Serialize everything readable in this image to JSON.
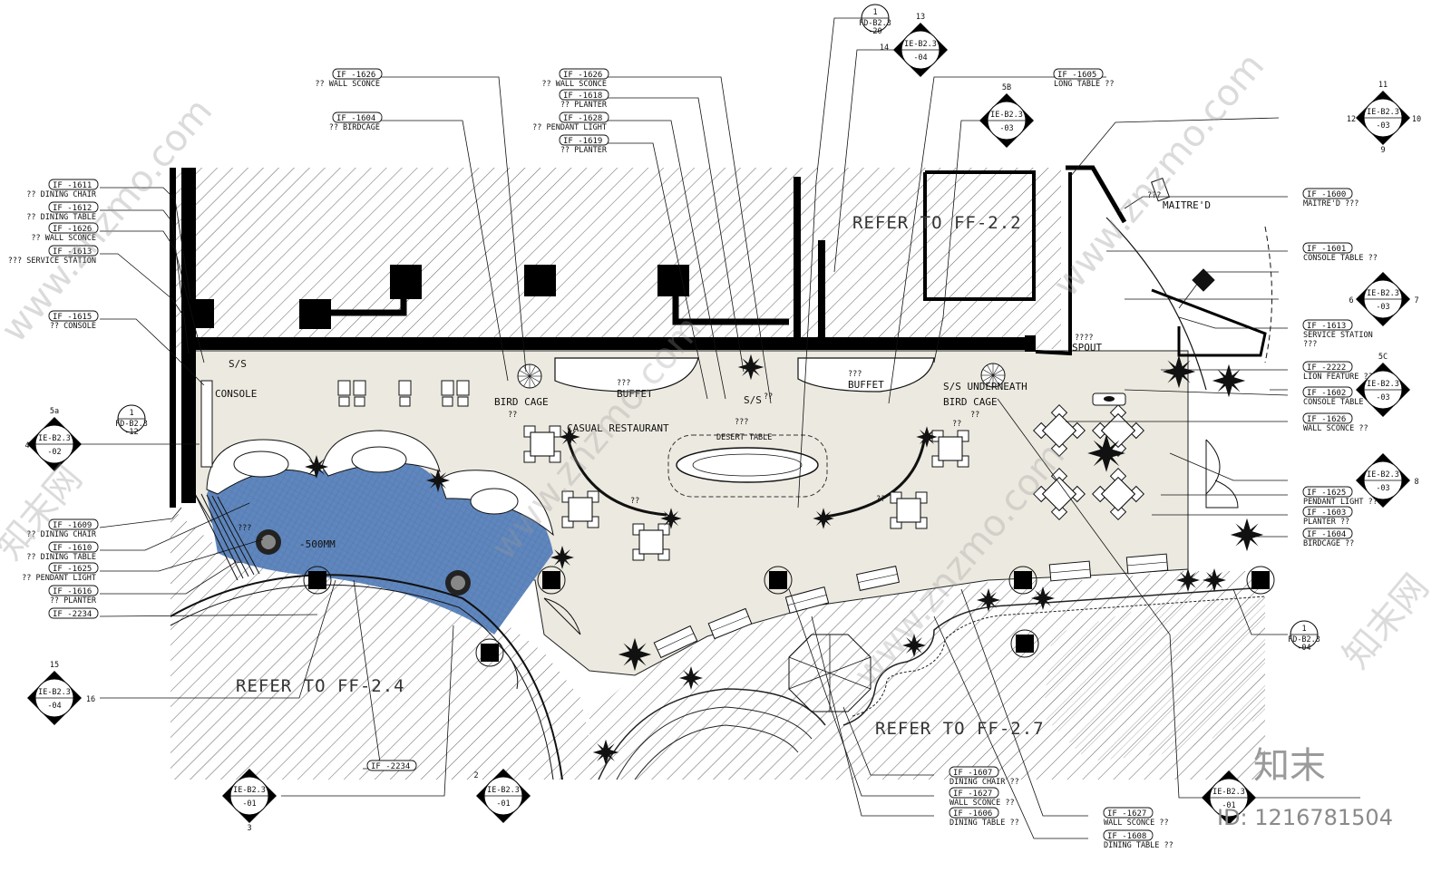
{
  "tags": [
    {
      "code": "IF -1611",
      "desc": "?? DINING CHAIR"
    },
    {
      "code": "IF -1612",
      "desc": "?? DINING TABLE"
    },
    {
      "code": "IF -1626",
      "desc": "?? WALL SCONCE"
    },
    {
      "code": "IF -1613",
      "desc": "??? SERVICE STATION"
    },
    {
      "code": "IF -1615",
      "desc": "?? CONSOLE"
    },
    {
      "code": "IF -1609",
      "desc": "?? DINING CHAIR"
    },
    {
      "code": "IF -1610",
      "desc": "?? DINING TABLE"
    },
    {
      "code": "IF -1625",
      "desc": "?? PENDANT LIGHT"
    },
    {
      "code": "IF -1616",
      "desc": "?? PLANTER"
    },
    {
      "code": "IF -2234",
      "desc": ""
    },
    {
      "code": "IF -1626",
      "desc": "?? WALL SCONCE"
    },
    {
      "code": "IF -1604",
      "desc": "?? BIRDCAGE"
    },
    {
      "code": "IF -1626",
      "desc": "?? WALL SCONCE"
    },
    {
      "code": "IF -1618",
      "desc": "?? PLANTER"
    },
    {
      "code": "IF -1628",
      "desc": "?? PENDANT LIGHT"
    },
    {
      "code": "IF -1619",
      "desc": "?? PLANTER"
    },
    {
      "code": "IF -1605",
      "desc": "LONG TABLE ??"
    },
    {
      "code": "IF -1600",
      "desc": "MAITRE'D ???"
    },
    {
      "code": "IF -1601",
      "desc": "CONSOLE TABLE ??"
    },
    {
      "code": "IF -1613",
      "desc": "SERVICE STATION"
    },
    {
      "code": "IF -2222",
      "desc": "LION FEATURE ????"
    },
    {
      "code": "IF -1602",
      "desc": "CONSOLE TABLE ??"
    },
    {
      "code": "IF -1626",
      "desc": "WALL SCONCE ??"
    },
    {
      "code": "IF -1625",
      "desc": "PENDANT LIGHT ??"
    },
    {
      "code": "IF -1603",
      "desc": "PLANTER ??"
    },
    {
      "code": "IF -1604",
      "desc": "BIRDCAGE ??"
    },
    {
      "code": "IF -1607",
      "desc": "DINING CHAIR ??"
    },
    {
      "code": "IF -1627",
      "desc": "WALL SCONCE ??"
    },
    {
      "code": "IF -1606",
      "desc": "DINING TABLE ??"
    },
    {
      "code": "IF -1627",
      "desc": "WALL SCONCE ??"
    },
    {
      "code": "IF -1608",
      "desc": "DINING TABLE ??"
    },
    {
      "code": "IF -2234",
      "desc": ""
    }
  ],
  "tag_extra": {
    "service_station_q": "???"
  },
  "diamonds": [
    {
      "top": "IE-B2.3",
      "bot": "-02",
      "num": "5a"
    },
    {
      "top": "IE-B2.3",
      "bot": "-04",
      "num": "15"
    },
    {
      "top": "IE-B2.3",
      "bot": "-04",
      "num": "13"
    },
    {
      "top": "IE-B2.3",
      "bot": "-03",
      "num": "5B"
    },
    {
      "top": "IE-B2.3",
      "bot": "-03",
      "num": "11"
    },
    {
      "top": "IE-B2.3",
      "bot": "-03",
      "num": ""
    },
    {
      "top": "IE-B2.3",
      "bot": "-03",
      "num": "5C"
    },
    {
      "top": "IE-B2.3",
      "bot": "-03",
      "num": ""
    },
    {
      "top": "IE-B2.3",
      "bot": "-01",
      "num": ""
    },
    {
      "top": "IE-B2.3",
      "bot": "-01",
      "num": ""
    },
    {
      "top": "IE-B2.3",
      "bot": "-01",
      "num": ""
    }
  ],
  "diamond_nums": {
    "n4": "4",
    "n16": "16",
    "n14": "14",
    "n12": "12",
    "n10": "10",
    "n9": "9",
    "n6": "6",
    "n7": "7",
    "n8": "8",
    "n2": "2",
    "n3": "3"
  },
  "circles": [
    {
      "num": "1",
      "top": "FD-B2.3",
      "bot": "-12"
    },
    {
      "num": "1",
      "top": "FD-B2.3",
      "bot": "-20"
    },
    {
      "num": "1",
      "top": "FD-B2.3",
      "bot": "-04"
    }
  ],
  "plan_labels": {
    "refer_a": "REFER TO FF-2.2",
    "refer_b": "REFER TO FF-2.4",
    "refer_c": "REFER TO FF-2.7",
    "casual": "CASUAL RESTAURANT",
    "q_casual": "???",
    "desert": "DESERT TABLE",
    "buffet_l": "BUFFET",
    "buffet_r": "BUFFET",
    "q_buffet_l": "???",
    "q_buffet_r": "???",
    "ss_l": "S/S",
    "ss_c": "S/S",
    "ss_r": "S/S UNDERNEATH",
    "bird_l": "BIRD CAGE",
    "bird_r": "BIRD CAGE",
    "q_bird_l": "??",
    "q_bird_r": "??",
    "console": "CONSOLE",
    "spout": "SPOUT",
    "q_spout": "????",
    "maitre": "MAITRE'D",
    "q_maitre": "???",
    "mm": "-500MM",
    "q_zone": "???",
    "q_a": "??",
    "q_b": "??",
    "q_c": "??",
    "q_d": "??"
  },
  "watermarks": {
    "site": "www.znzmo.com",
    "brand": "知末网",
    "logo": "知末",
    "id": "ID: 1216781504"
  },
  "colors": {
    "floor": "#ece9e0",
    "pool": "#5f86bd",
    "wall": "#000000",
    "hatch": "#6d6d6d"
  }
}
